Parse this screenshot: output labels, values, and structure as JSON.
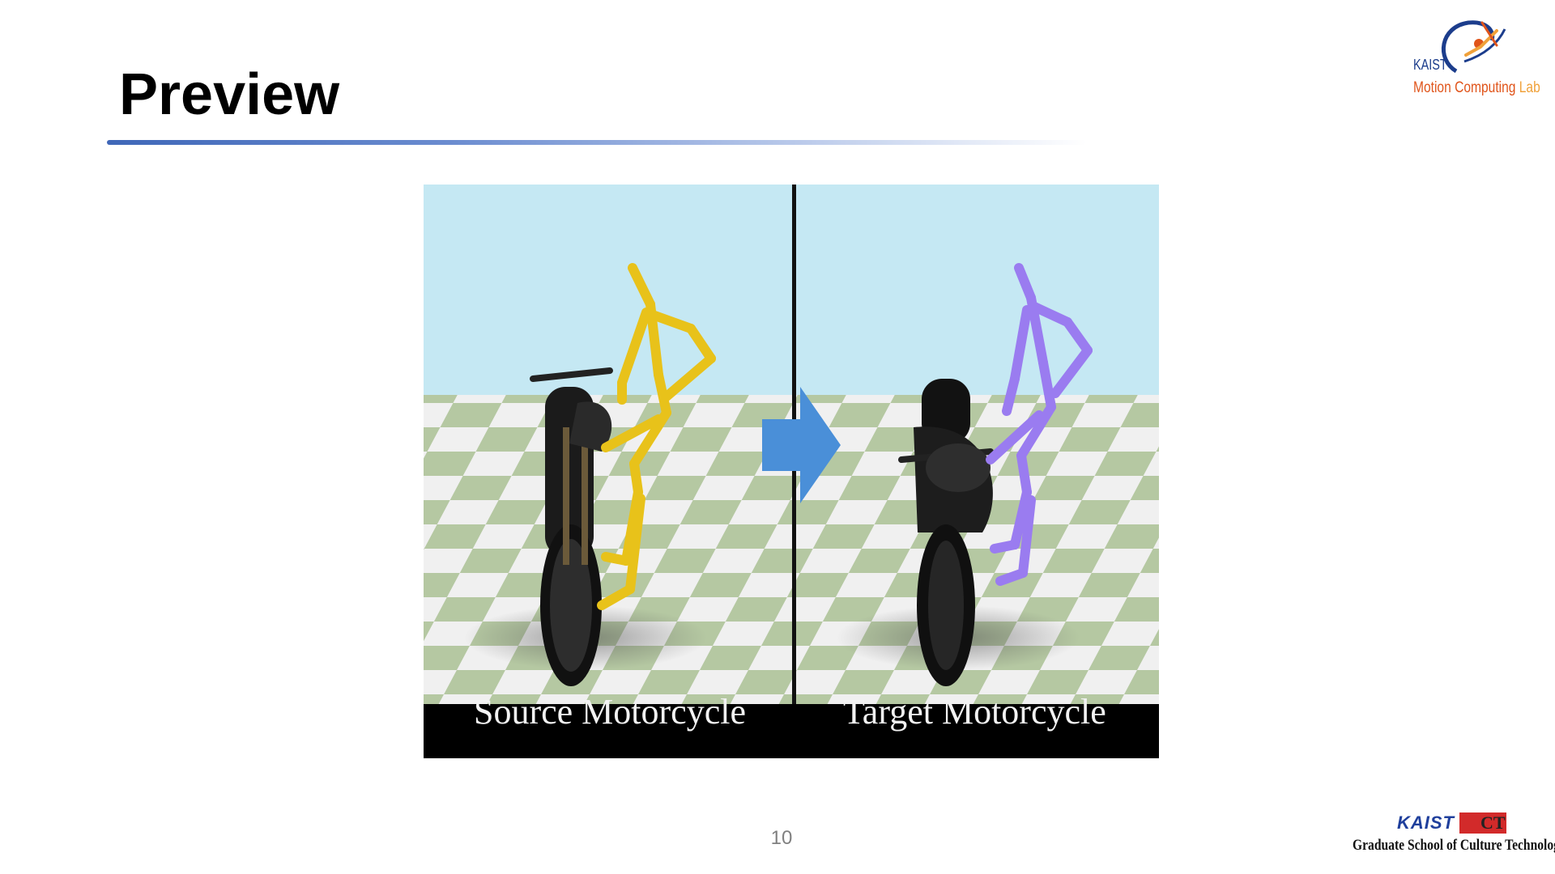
{
  "slide": {
    "title": "Preview",
    "page_number": "10"
  },
  "figure": {
    "left_caption": "Source Motorcycle",
    "right_caption": "Target Motorcycle",
    "colors": {
      "sky": "#c5e8f3",
      "floor_light": "#f0f0f0",
      "floor_green": "#b5c8a2",
      "source_skeleton": "#e8c21a",
      "target_skeleton": "#9a7cf0",
      "arrow": "#4a8fd8",
      "caption_bar": "#000000"
    }
  },
  "logos": {
    "top": {
      "kaist": "KAIST",
      "lab_main": "Motion Computing ",
      "lab_suffix": "Lab",
      "icon": "orbit-figure-icon"
    },
    "bottom": {
      "kaist": "KAIST",
      "ct": "CT",
      "school": "Graduate School of Culture Technology"
    }
  }
}
